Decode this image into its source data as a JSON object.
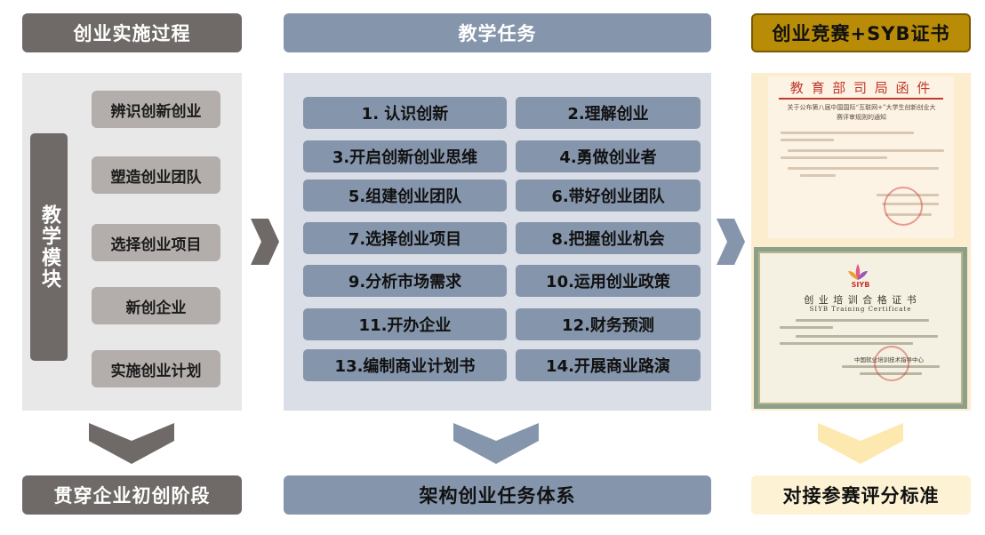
{
  "headers": {
    "left": "创业实施过程",
    "middle": "教学任务",
    "right": "创业竞赛+SYB证书"
  },
  "left_panel": {
    "vertical_label": "教学模块",
    "modules": [
      "辨识创新创业",
      "塑造创业团队",
      "选择创业项目",
      "新创企业",
      "实施创业计划"
    ]
  },
  "tasks": [
    [
      "1. 认识创新",
      "2.理解创业"
    ],
    [
      "3.开启创新创业思维",
      "4.勇做创业者"
    ],
    [
      "5.组建创业团队",
      "6.带好创业团队"
    ],
    [
      "7.选择创业项目",
      "8.把握创业机会"
    ],
    [
      "9.分析市场需求",
      "10.运用创业政策"
    ],
    [
      "11.开办企业",
      "12.财务预测"
    ],
    [
      "13.编制商业计划书",
      "14.开展商业路演"
    ]
  ],
  "document": {
    "header": "教 育 部 司 局 函 件",
    "title": "关于公布第八届中国国际“互联网+”大学生创新创业大赛评审规则的通知"
  },
  "certificate": {
    "title": "创 业 培 训 合 格 证 书",
    "subtitle": "SIYB Training Certificate",
    "brand": "SIYB",
    "issuer": "中国就业培训技术指导中心"
  },
  "footers": {
    "left": "贯穿企业初创阶段",
    "middle": "架构创业任务体系",
    "right": "对接参赛评分标准"
  },
  "colors": {
    "left_header": "#6f6a67",
    "middle_header": "#8595ab",
    "right_header": "#b98c07",
    "right_footer": "#fdf2d4",
    "left_panel": "#e8e8e8",
    "middle_panel": "#d9dee7",
    "right_panel": "#fcedce"
  }
}
